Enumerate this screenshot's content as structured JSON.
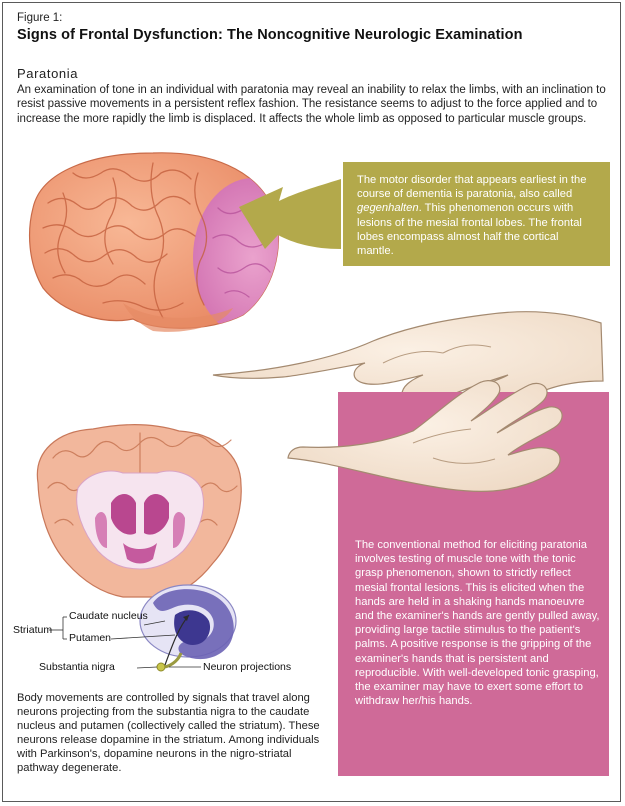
{
  "figure": {
    "label": "Figure 1:",
    "title": "Signs of Frontal Dysfunction: The Noncognitive Neurologic Examination"
  },
  "section": {
    "title": "Paratonia",
    "intro": "An examination of tone in an individual with paratonia may reveal an inability to relax the limbs, with an inclination to resist passive movements in a persistent reflex fashion. The resistance seems to adjust to the force applied and to increase the more rapidly the limb is displaced. It affects the whole limb as opposed to particular muscle groups."
  },
  "callout": {
    "before": "The motor disorder that appears earliest in the course of dementia is paratonia, also called ",
    "term": "gegenhalten",
    "after": ". This phenomenon occurs with lesions of the mesial frontal lobes. The frontal lobes encompass almost half the cortical mantle."
  },
  "grasp_text": "The conventional method for eliciting paratonia involves testing of muscle tone with  the tonic grasp phenomenon, shown to strictly reflect mesial frontal lesions. This is elicited when the hands are held in a shaking hands manoeuvre and the examiner's hands are gently pulled away, providing large tactile stimulus to the patient's palms. A positive response is the gripping of the examiner's hands that is persistent and reproducible. With well-developed tonic grasping, the examiner may have to exert some effort to withdraw her/his hands.",
  "labels": {
    "striatum": "Striatum",
    "caudate": "Caudate nucleus",
    "putamen": "Putamen",
    "substantia": "Substantia nigra",
    "projections": "Neuron projections"
  },
  "bottom_text": "Body movements are controlled by signals that travel along neurons projecting from the substantia nigra to the caudate nucleus and putamen (collectively called the striatum). These neurons release dopamine in the striatum. Among individuals with Parkinson's, dopamine neurons in the nigro-striatal pathway degenerate.",
  "colors": {
    "olive": "#b3a94b",
    "pink": "#cf6a98",
    "brain": "#f2a27e",
    "frontal_highlight": "#e58fc4"
  }
}
